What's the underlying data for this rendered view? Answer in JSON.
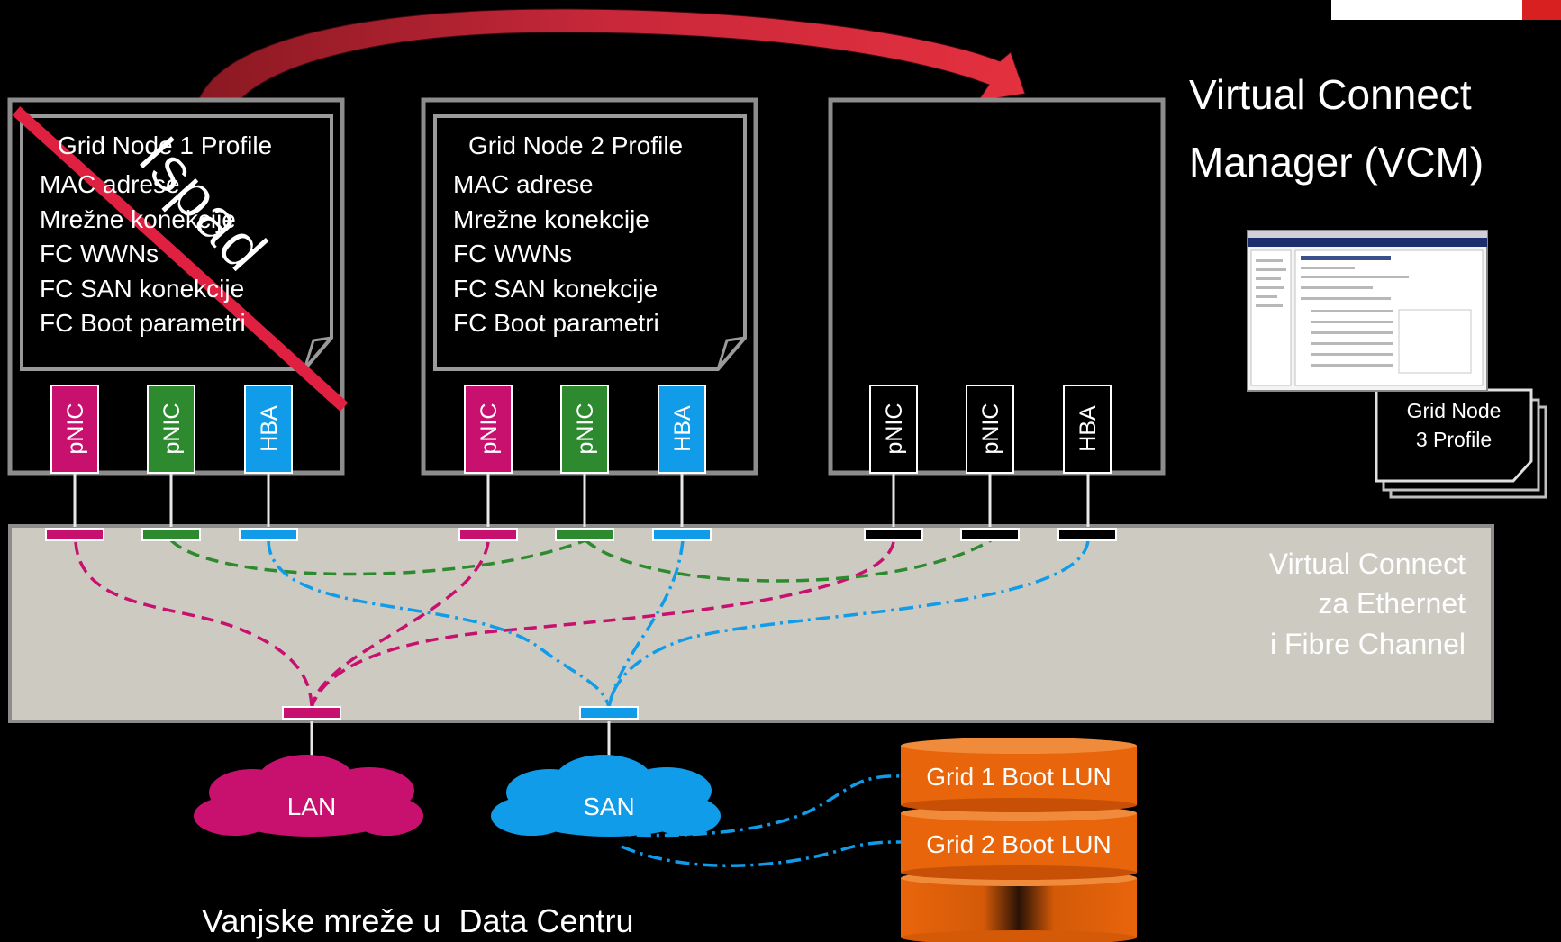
{
  "title": {
    "line1": "Virtual Connect",
    "line2": "Manager (VCM)"
  },
  "servers": [
    {
      "profile_title": "Grid Node 1 Profile",
      "profile_items": [
        "MAC adrese",
        "Mrežne konekcije",
        "FC WWNs",
        "FC SAN konekcije",
        "FC Boot parametri"
      ],
      "ports": [
        "pNIC",
        "pNIC",
        "HBA"
      ],
      "overlay_text": "Ispad"
    },
    {
      "profile_title": "Grid Node 2 Profile",
      "profile_items": [
        "MAC adrese",
        "Mrežne konekcije",
        "FC WWNs",
        "FC SAN konekcije",
        "FC Boot parametri"
      ],
      "ports": [
        "pNIC",
        "pNIC",
        "HBA"
      ]
    },
    {
      "ports": [
        "pNIC",
        "pNIC",
        "HBA"
      ]
    }
  ],
  "spare_profile": {
    "line1": "Grid Node",
    "line2": "3 Profile"
  },
  "vc_module": {
    "line1": "Virtual Connect",
    "line2": "za Ethernet",
    "line3": "i Fibre Channel"
  },
  "clouds": {
    "lan": "LAN",
    "san": "SAN"
  },
  "storage": {
    "lun1": "Grid 1 Boot LUN",
    "lun2": "Grid 2 Boot LUN"
  },
  "footer": "Vanjske mreže u  Data Centru",
  "colors": {
    "magenta": "#c8106e",
    "green": "#2e8a2e",
    "blue": "#109ce8",
    "vc_panel": "#cdcac2",
    "arrow_red": "#d8283c",
    "storage_orange": "#e8650c",
    "strike_red": "#e02040"
  }
}
